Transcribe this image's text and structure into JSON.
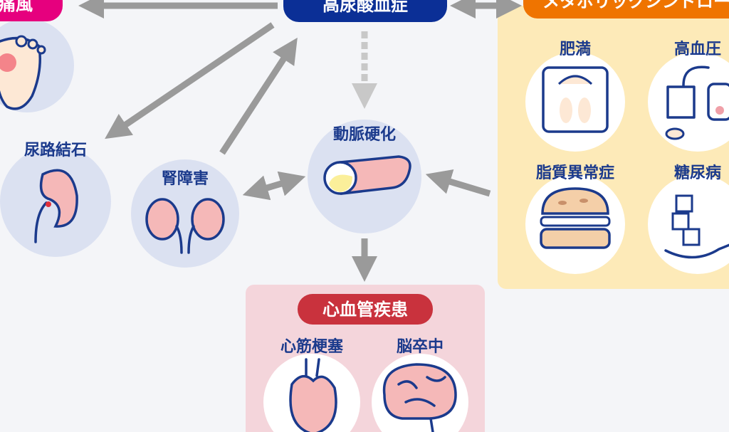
{
  "center": {
    "label": "高尿酸血症",
    "color": "#0b2f96"
  },
  "gout": {
    "label": "痛風",
    "color": "#e6007e"
  },
  "metabolic": {
    "label": "メタボリックシンドローム",
    "color": "#ef7400",
    "panel_color": "#fdeab8",
    "items": [
      {
        "label": "肥満",
        "icon": "scale-icon"
      },
      {
        "label": "高血圧",
        "icon": "blood-pressure-monitor-icon"
      },
      {
        "label": "脂質異常症",
        "icon": "hamburger-icon"
      },
      {
        "label": "糖尿病",
        "icon": "sugar-spoon-icon"
      }
    ]
  },
  "urinary_stone": {
    "label": "尿路結石",
    "icon": "kidney-stone-icon"
  },
  "kidney": {
    "label": "腎障害",
    "icon": "kidneys-icon"
  },
  "arteriosclerosis": {
    "label": "動脈硬化",
    "icon": "artery-icon"
  },
  "cardiovascular": {
    "label": "心血管疾患",
    "color": "#c9323d",
    "panel_color": "#f4d5db",
    "items": [
      {
        "label": "心筋梗塞",
        "icon": "heart-icon"
      },
      {
        "label": "脳卒中",
        "icon": "brain-icon"
      }
    ]
  }
}
